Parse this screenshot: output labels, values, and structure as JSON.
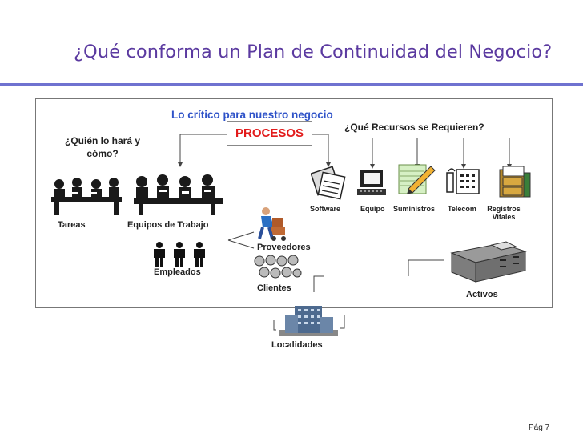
{
  "title": "¿Qué conforma un Plan de Continuidad del Negocio?",
  "subtitle": "Lo crítico para nuestro negocio",
  "center": "PROCESOS",
  "who_question": "¿Quién lo hará y cómo?",
  "resources_question": "¿Qué Recursos se Requieren?",
  "labels": {
    "tareas": "Tareas",
    "equipos_trabajo": "Equipos de Trabajo",
    "empleados": "Empleados",
    "proveedores": "Proveedores",
    "clientes": "Clientes",
    "localidades": "Localidades",
    "activos": "Activos"
  },
  "resources": {
    "software": "Software",
    "equipo": "Equipo",
    "suministros": "Suministros",
    "telecom": "Telecom",
    "registros": "Registros Vitales"
  },
  "page": "Pág 7",
  "colors": {
    "title": "#5b3aa0",
    "rule": "#6f72d0",
    "subtitle": "#2e52c8",
    "procesos": "#e21b1b"
  }
}
